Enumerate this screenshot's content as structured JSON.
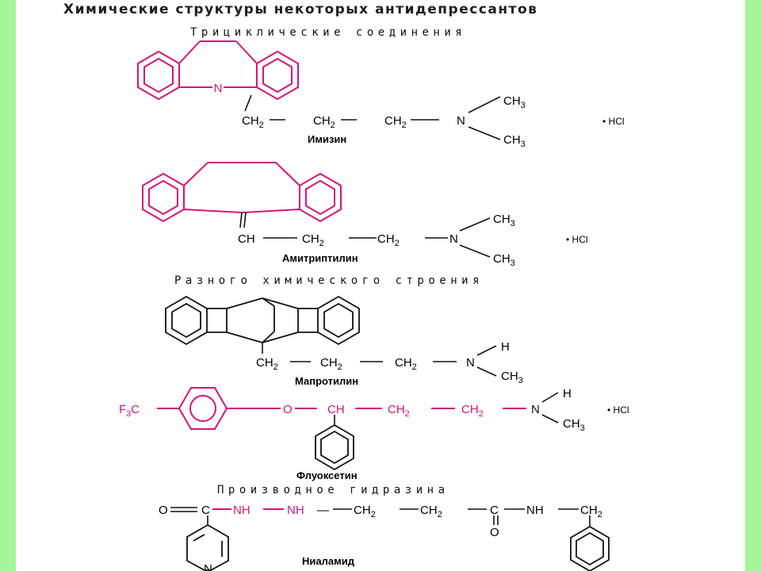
{
  "title": "Химические структуры некоторых антидепрессантов",
  "sections": {
    "tricyclic": "Трициклические соединения",
    "other": "Разного химического строения",
    "hydrazine": "Производное гидразина"
  },
  "compounds": {
    "imizin": {
      "name": "Имизин",
      "salt": "• HCl"
    },
    "amitriptyline": {
      "name": "Амитриптилин",
      "salt": "• HCl"
    },
    "maprotiline": {
      "name": "Мапротилин"
    },
    "fluoxetine": {
      "name": "Флуоксетин",
      "salt": "• HCl"
    },
    "nialamide": {
      "name": "Ниаламид"
    }
  },
  "atoms": {
    "n": "N",
    "ch": "CH",
    "ch2": "CH",
    "ch3": "CH",
    "sub2": "2",
    "sub3": "3",
    "h": "H",
    "o": "O",
    "c": "C",
    "nh": "NH",
    "f3c_f": "F",
    "dash": "—"
  },
  "colors": {
    "background": "#a6f59a",
    "highlight": "#d4157a",
    "ink": "#111111"
  }
}
